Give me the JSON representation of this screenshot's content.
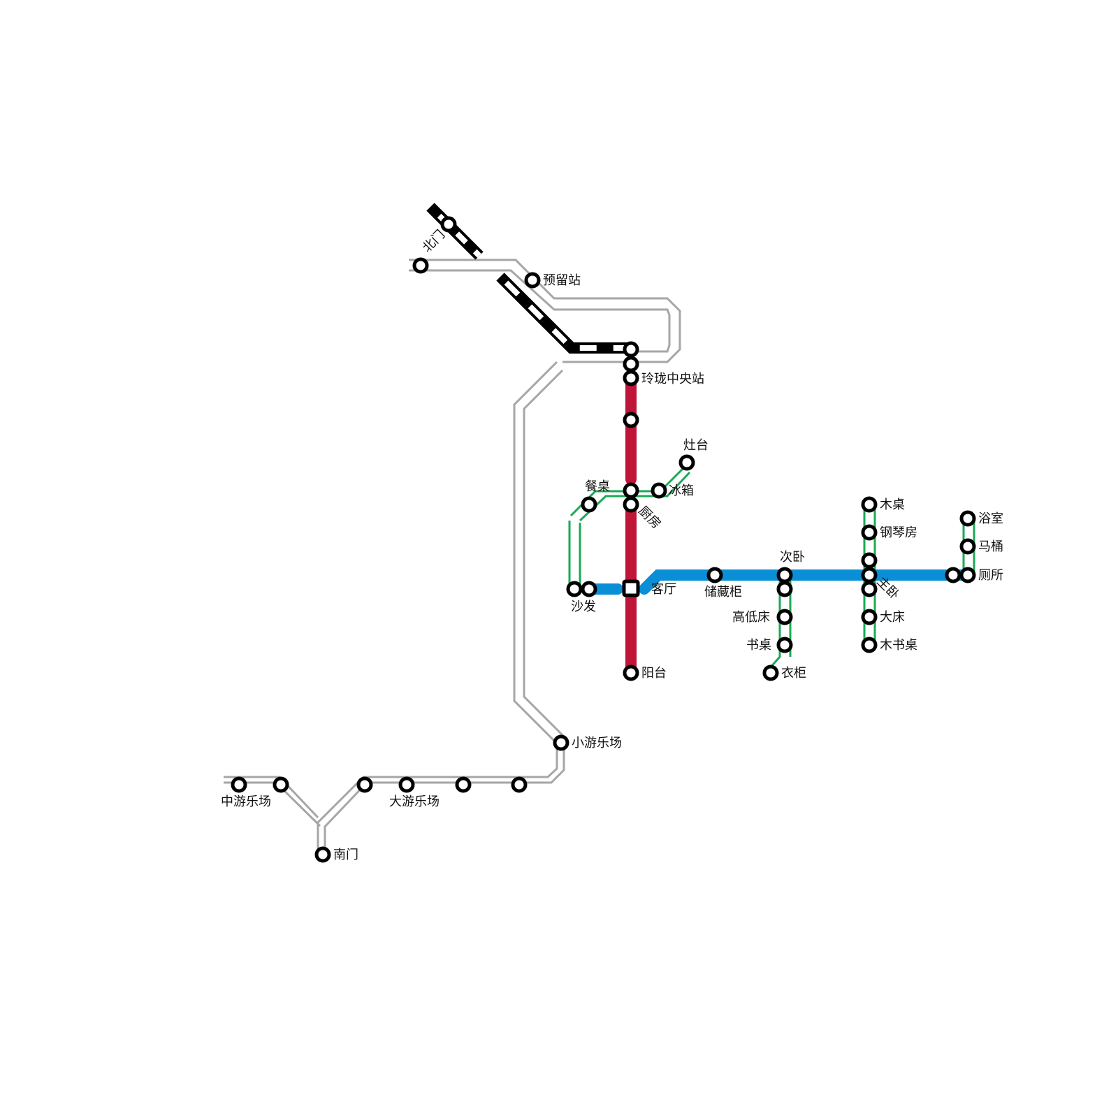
{
  "colors": {
    "grey_line": "#a6a6a6",
    "red_line": "#bf1538",
    "blue_line": "#0a8fd6",
    "green_line": "#1aaa55",
    "black_line": "#000000",
    "station_stroke": "#000000",
    "station_fill": "#ffffff"
  },
  "stations": {
    "north_gate": "北门",
    "reserved": "预留站",
    "linglong_central": "玲珑中央站",
    "stove": "灶台",
    "dining_table": "餐桌",
    "fridge": "冰箱",
    "kitchen": "厨房",
    "sofa": "沙发",
    "living_room": "客厅",
    "storage_cabinet": "储藏柜",
    "second_bedroom": "次卧",
    "bunk_bed": "高低床",
    "desk": "书桌",
    "wardrobe": "衣柜",
    "balcony": "阳台",
    "wooden_table": "木桌",
    "piano_room": "钢琴房",
    "master_bedroom": "主卧",
    "big_bed": "大床",
    "wooden_desk": "木书桌",
    "bathroom": "浴室",
    "toilet": "马桶",
    "restroom": "厕所",
    "small_playground": "小游乐场",
    "middle_playground": "中游乐场",
    "big_playground": "大游乐场",
    "south_gate": "南门"
  }
}
